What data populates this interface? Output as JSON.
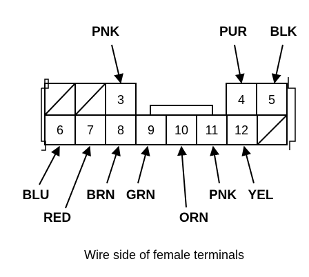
{
  "caption": "Wire side of female terminals",
  "pins": {
    "p3": "3",
    "p4": "4",
    "p5": "5",
    "p6": "6",
    "p7": "7",
    "p8": "8",
    "p9": "9",
    "p10": "10",
    "p11": "11",
    "p12": "12"
  },
  "wires": {
    "pnk_top": "PNK",
    "pur": "PUR",
    "blk": "BLK",
    "blu": "BLU",
    "red": "RED",
    "brn": "BRN",
    "grn": "GRN",
    "orn": "ORN",
    "pnk_bottom": "PNK",
    "yel": "YEL"
  }
}
